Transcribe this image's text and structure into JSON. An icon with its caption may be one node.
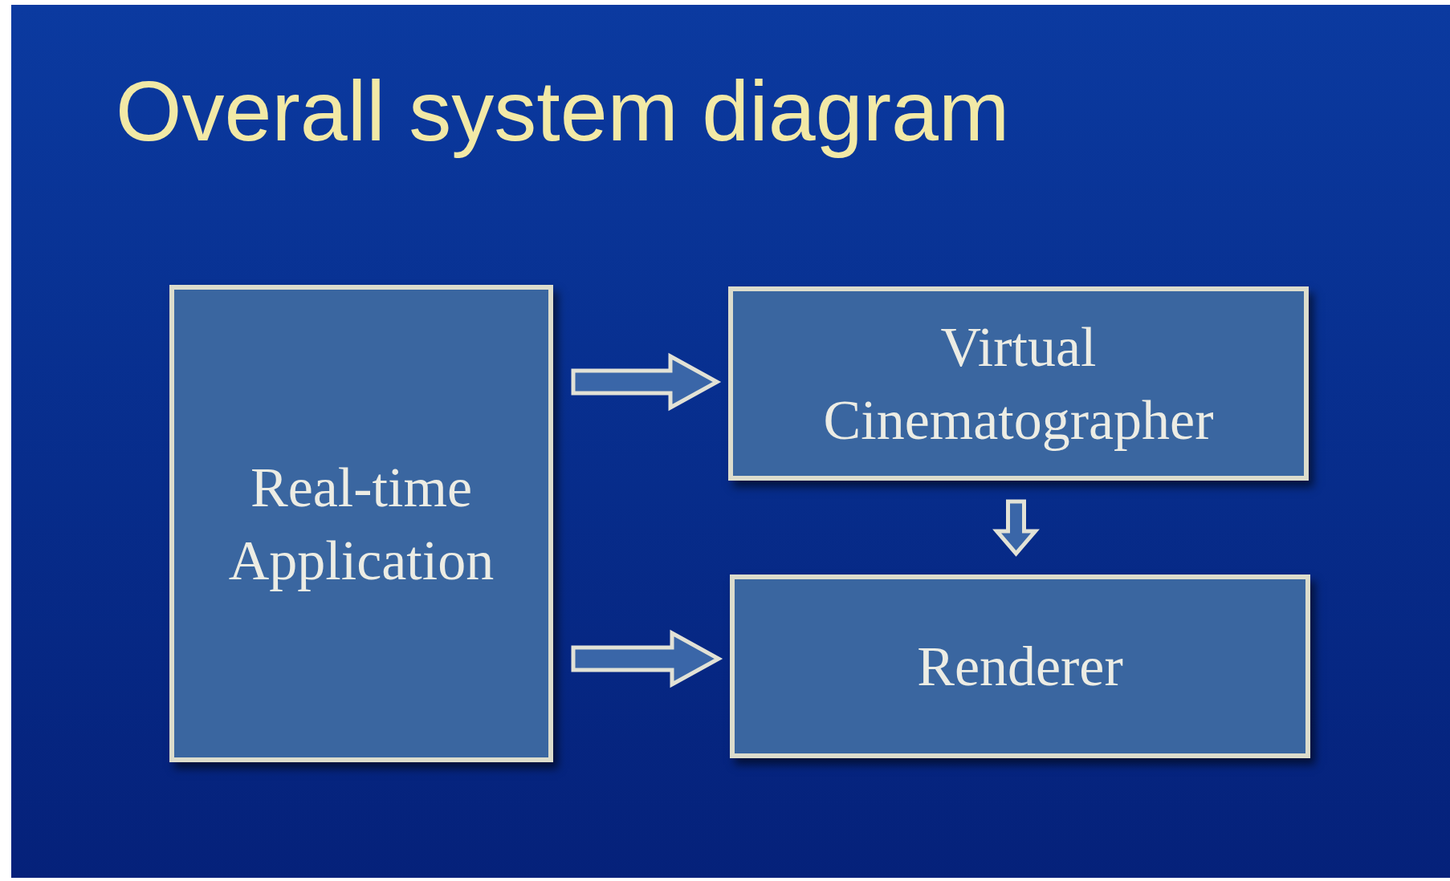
{
  "diagram": {
    "title": "Overall system diagram",
    "nodes": [
      {
        "text": [
          "Real-time Application"
        ]
      },
      {
        "text": [
          "Virtual Cinematographer"
        ]
      },
      {
        "text": [
          "Renderer"
        ]
      }
    ],
    "edges": [
      {
        "from": 0,
        "to": 1,
        "arrow": "to"
      },
      {
        "from": 0,
        "to": 2,
        "arrow": "to"
      },
      {
        "from": 1,
        "to": 2,
        "arrow": "to"
      }
    ]
  }
}
